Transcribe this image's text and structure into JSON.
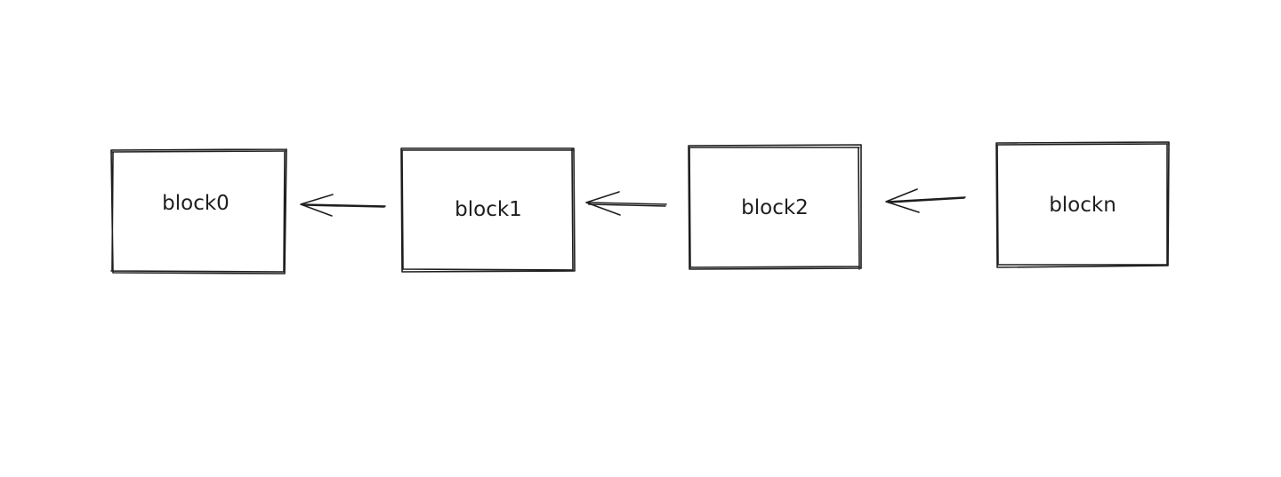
{
  "diagram": {
    "blocks": [
      {
        "id": "block0",
        "label": "block0"
      },
      {
        "id": "block1",
        "label": "block1"
      },
      {
        "id": "block2",
        "label": "block2"
      },
      {
        "id": "blockn",
        "label": "blockn"
      }
    ],
    "arrows": [
      {
        "from": "block1",
        "to": "block0"
      },
      {
        "from": "block2",
        "to": "block1"
      },
      {
        "from": "blockn",
        "to": "block2"
      }
    ],
    "stroke_color": "#1e1e1e",
    "background_color": "#ffffff"
  }
}
